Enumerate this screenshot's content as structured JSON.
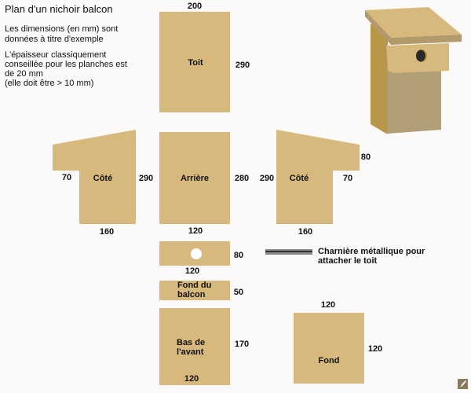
{
  "title": "Plan d'un nichoir balcon",
  "notes": [
    "Les dimensions (en mm) sont",
    "données à titre d'exemple",
    "L'épaisseur classiquement",
    "conseillée pour les planches est",
    "de 20 mm",
    "(elle doit être > 10 mm)"
  ],
  "pieces": {
    "toit": {
      "label": "Toit",
      "width": "200",
      "height": "290"
    },
    "cote_gauche": {
      "label": "Côté",
      "short": "70",
      "tall": "290",
      "width": "160"
    },
    "arriere": {
      "label": "Arrière",
      "width": "120",
      "height": "280"
    },
    "cote_droit": {
      "label": "Côté",
      "tall": "290",
      "short": "70",
      "drop": "80",
      "width": "160"
    },
    "haut_avant": {
      "width": "120",
      "height": "80"
    },
    "fond_balcon": {
      "label1": "Fond du",
      "label2": "balcon",
      "height": "50"
    },
    "bas_avant": {
      "label1": "Bas de",
      "label2": "l'avant",
      "width": "120",
      "height": "170"
    },
    "fond": {
      "label": "Fond",
      "width": "120",
      "height": "120"
    }
  },
  "hinge": {
    "line1": "Charnière métallique pour",
    "line2": "attacher le toit"
  },
  "colors": {
    "wood": "#d7b97d",
    "wood_dark": "#b8964a",
    "front_shade": "#b19f78",
    "roof_edge": "#b39a6c",
    "hole": "#2a2a2a",
    "hinge": "#777777"
  }
}
